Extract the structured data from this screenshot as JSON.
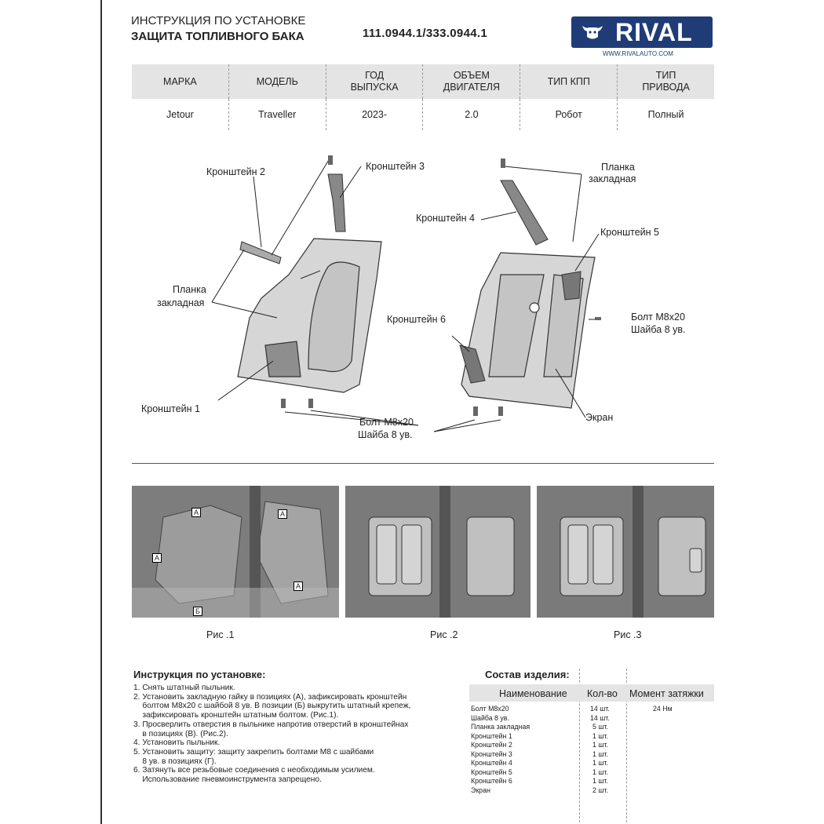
{
  "header": {
    "title_line1": "ИНСТРУКЦИЯ ПО УСТАНОВКЕ",
    "title_line2": "ЗАЩИТА ТОПЛИВНОГО БАКА",
    "part_code": "111.0944.1/333.0944.1",
    "logo_text": "RIVAL",
    "website": "WWW.RIVALAUTO.COM",
    "brand_color": "#1f3c77"
  },
  "spec_table": {
    "headers": [
      "МАРКА",
      "МОДЕЛЬ",
      "ГОД\nВЫПУСКА",
      "ОБЪЕМ\nДВИГАТЕЛЯ",
      "ТИП КПП",
      "ТИП\nПРИВОДА"
    ],
    "values": [
      "Jetour",
      "Traveller",
      "2023-",
      "2.0",
      "Робот",
      "Полный"
    ]
  },
  "diagram_labels": {
    "bracket2": "Кронштейн 2",
    "bracket3": "Кронштейн 3",
    "plate_left_1": "Планка",
    "plate_left_2": "закладная",
    "bracket1": "Кронштейн 1",
    "bolt1": "Болт М8х20",
    "washer1": "Шайба 8 ув.",
    "plate_right_1": "Планка",
    "plate_right_2": "закладная",
    "bracket4": "Кронштейн 4",
    "bracket5": "Кронштейн 5",
    "bracket6": "Кронштейн 6",
    "bolt2": "Болт М8х20",
    "washer2": "Шайба 8 ув.",
    "screen": "Экран"
  },
  "photos": {
    "marker_a": "А",
    "marker_b": "Б",
    "captions": [
      "Рис .1",
      "Рис .2",
      "Рис .3"
    ]
  },
  "instructions": {
    "title": "Инструкция по установке:",
    "lines": [
      "1. Снять штатный пыльник.",
      "2. Установить закладную гайку в позициях (А), зафиксировать кронштейн",
      "    болтом М8х20 с шайбой 8 ув. В позиции (Б) выкрутить штатный крепеж,",
      "    зафиксировать кронштейн штатным болтом. (Рис.1).",
      "3. Просверлить отверстия в пыльнике напротив отверстий в кронштейнах",
      "    в позициях (В). (Рис.2).",
      "4. Установить пыльник.",
      "5. Установить защиту: защиту закрепить болтами М8 с шайбами",
      "    8 ув. в позициях (Г).",
      "6. Затянуть все резьбовые соединения с необходимым усилием.",
      "    Использование пневмоинструмента запрещено."
    ]
  },
  "composition": {
    "title": "Состав изделия:",
    "col_name": "Наименование",
    "col_qty": "Кол-во",
    "col_torque": "Момент затяжки",
    "rows": [
      {
        "name": "Болт М8х20",
        "qty": "14 шт.",
        "torque": "24 Нм"
      },
      {
        "name": "Шайба 8 ув.",
        "qty": "14 шт.",
        "torque": ""
      },
      {
        "name": "Планка закладная",
        "qty": "5 шт.",
        "torque": ""
      },
      {
        "name": "Кронштейн 1",
        "qty": "1 шт.",
        "torque": ""
      },
      {
        "name": "Кронштейн 2",
        "qty": "1 шт.",
        "torque": ""
      },
      {
        "name": "Кронштейн 3",
        "qty": "1 шт.",
        "torque": ""
      },
      {
        "name": "Кронштейн 4",
        "qty": "1 шт.",
        "torque": ""
      },
      {
        "name": "Кронштейн 5",
        "qty": "1 шт.",
        "torque": ""
      },
      {
        "name": "Кронштейн 6",
        "qty": "1 шт.",
        "torque": ""
      },
      {
        "name": "Экран",
        "qty": "2 шт.",
        "torque": ""
      }
    ]
  }
}
